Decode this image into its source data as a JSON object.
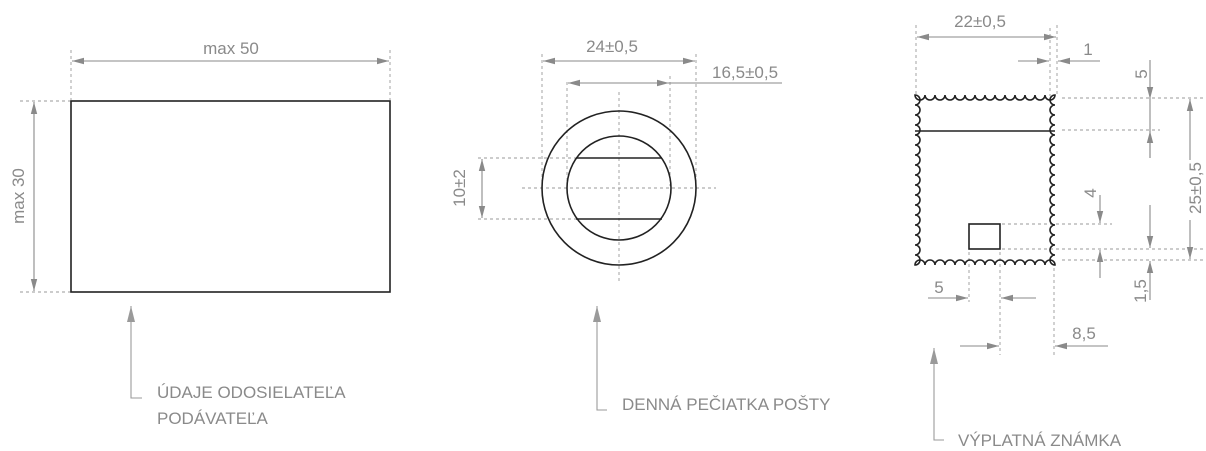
{
  "colors": {
    "outline": "#222222",
    "dimension": "#8a8a8a",
    "background": "#ffffff"
  },
  "sender_box": {
    "width_dim": "max 50",
    "height_dim": "max 30",
    "label_line1": "ÚDAJE ODOSIELATEĽA",
    "label_line2": "PODÁVATEĽA"
  },
  "postmark": {
    "outer_dim": "24±0,5",
    "inner_dim": "16,5±0,5",
    "band_dim": "10±2",
    "label": "DENNÁ PEČIATKA POŠTY"
  },
  "stamp": {
    "width_dim": "22±0,5",
    "margin_dim": "1",
    "top_band_dim": "5",
    "height_dim": "25±0,5",
    "square_dim": "4",
    "bottom_gap_dim": "1,5",
    "left_offset_dim": "5",
    "right_offset_dim": "8,5",
    "label": "VÝPLATNÁ ZNÁMKA"
  }
}
